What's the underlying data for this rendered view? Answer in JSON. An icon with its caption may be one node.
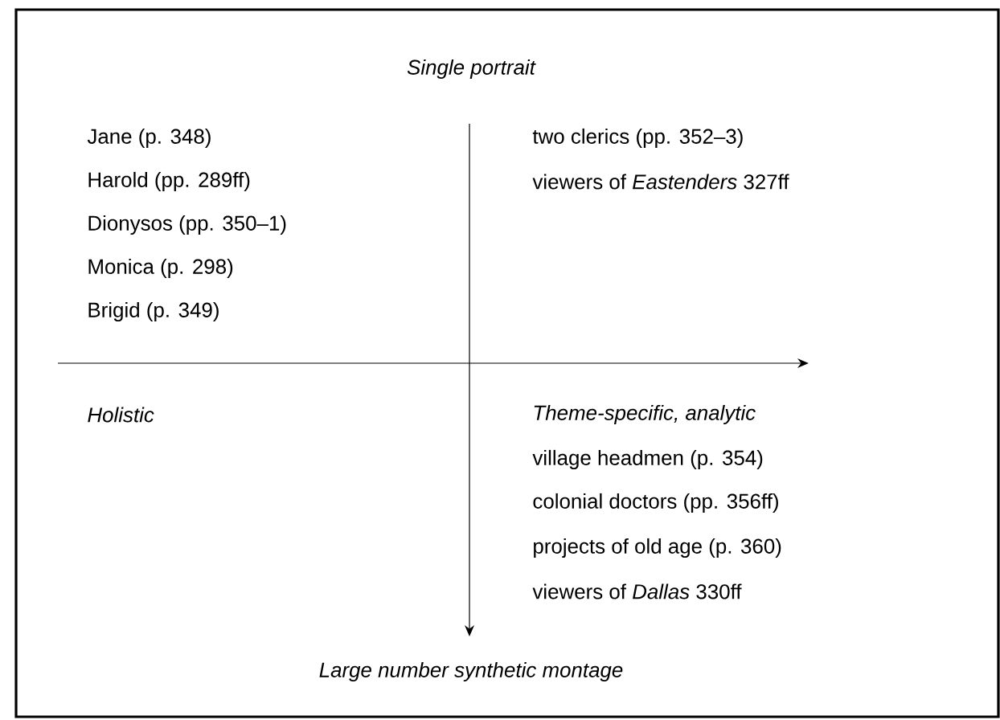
{
  "diagram": {
    "labels": [
      "Single portrait",
      "Jane (p. 348)",
      "Harold (pp. 289ff)",
      "Dionysos (pp. 350–1)",
      "Monica (p. 298)",
      "Brigid (p. 349)",
      "two clerics (pp. 352–3)",
      "viewers of *Eastenders* 327ff",
      "Holistic",
      "Theme-specific, analytic",
      "village headmen (p. 354)",
      "colonial doctors (pp. 356ff)",
      "projects of old age (p. 360)",
      "viewers of *Dallas* 330ff",
      "Large number synthetic montage"
    ]
  }
}
